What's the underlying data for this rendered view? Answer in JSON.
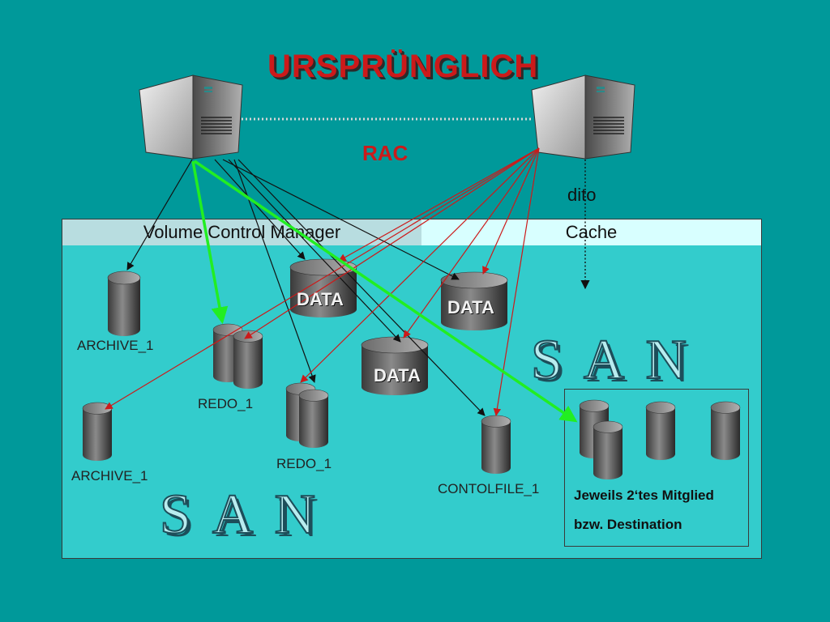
{
  "title": "URSPRÜNGLICH",
  "rac_label": "RAC",
  "dito_label": "dito",
  "header": {
    "vcm": "Volume Control Manager",
    "cache": "Cache"
  },
  "san_label": "SAN",
  "disks": {
    "archive_top": "ARCHIVE_1",
    "archive_bottom": "ARCHIVE_1",
    "redo_top": "REDO_1",
    "redo_bottom": "REDO_1",
    "data": "DATA",
    "controlfile": "CONTOLFILE_1"
  },
  "destination": {
    "line1": "Jeweils 2‘tes Mitglied",
    "line2": "bzw. Destination"
  },
  "colors": {
    "background": "#00999a",
    "panel": "#33cccc",
    "red_arrow": "#cc1a1a",
    "green_arrow": "#22ee22",
    "title": "#cc1a1a"
  }
}
